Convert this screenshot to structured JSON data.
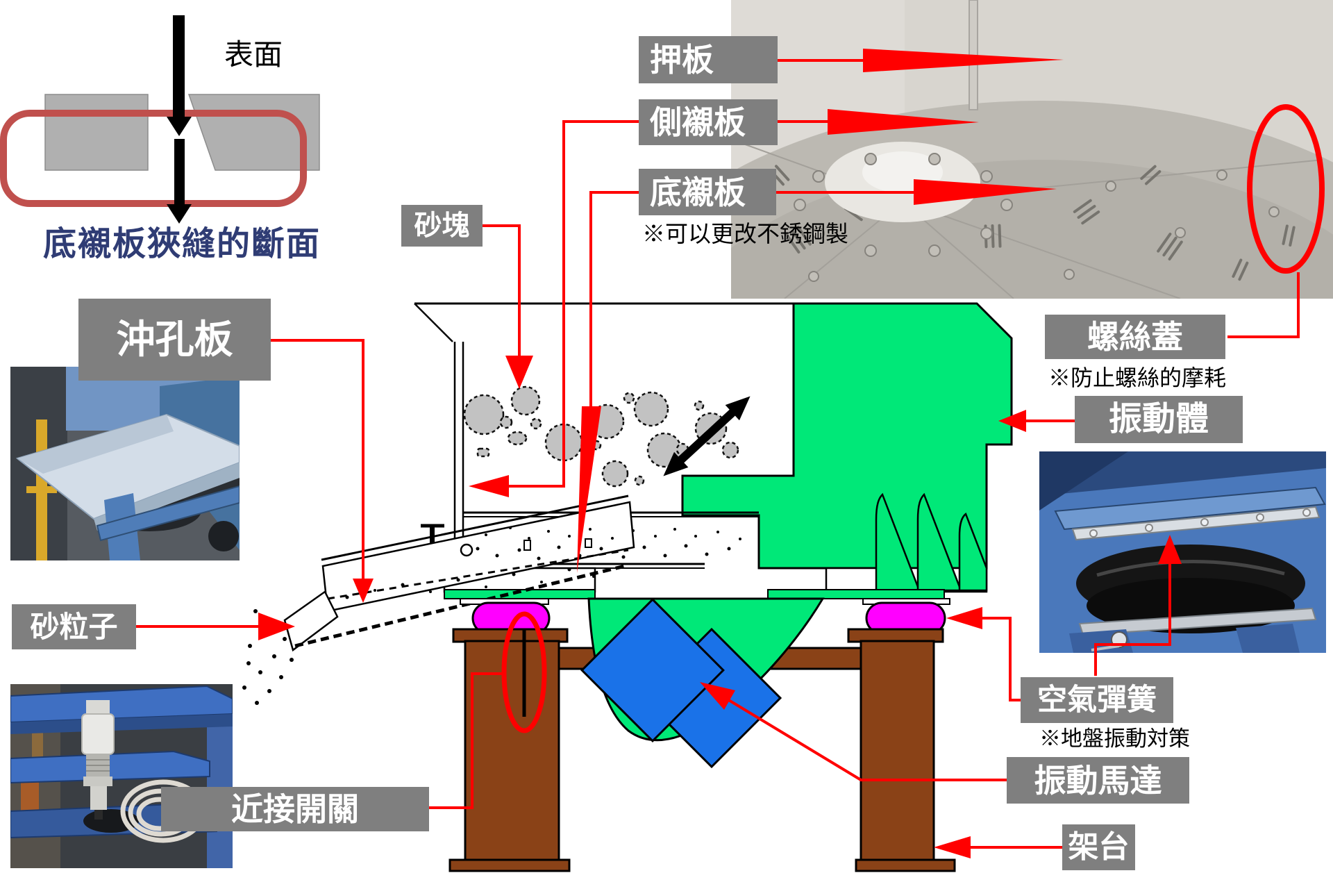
{
  "inset": {
    "surface": "表面",
    "caption": "底襯板狹縫的斷面"
  },
  "labels": {
    "press_plate": "押板",
    "side_liner": "側襯板",
    "bottom_liner": "底襯板",
    "sand_lump": "砂塊",
    "punched_plate": "沖孔板",
    "sand_particles": "砂粒子",
    "proximity_switch": "近接開關",
    "screw_cover": "螺絲蓋",
    "vibrating_body": "振動體",
    "air_spring": "空氣彈簧",
    "vibration_motor": "振動馬達",
    "stand": "架台"
  },
  "notes": {
    "bottom_liner_note": "※可以更改不銹鋼製",
    "screw_cover_note": "※防止螺絲的摩耗",
    "air_spring_note": "※地盤振動対策"
  },
  "colors": {
    "label_bg": "#7f7f7f",
    "arrow_red": "#ff0000",
    "inset_outline": "#c0504d",
    "caption_navy": "#2f3c74",
    "body_green": "#00e878",
    "spring_magenta": "#ff00ff",
    "stand_brown": "#8a4217",
    "motor_blue": "#1a72e8"
  }
}
